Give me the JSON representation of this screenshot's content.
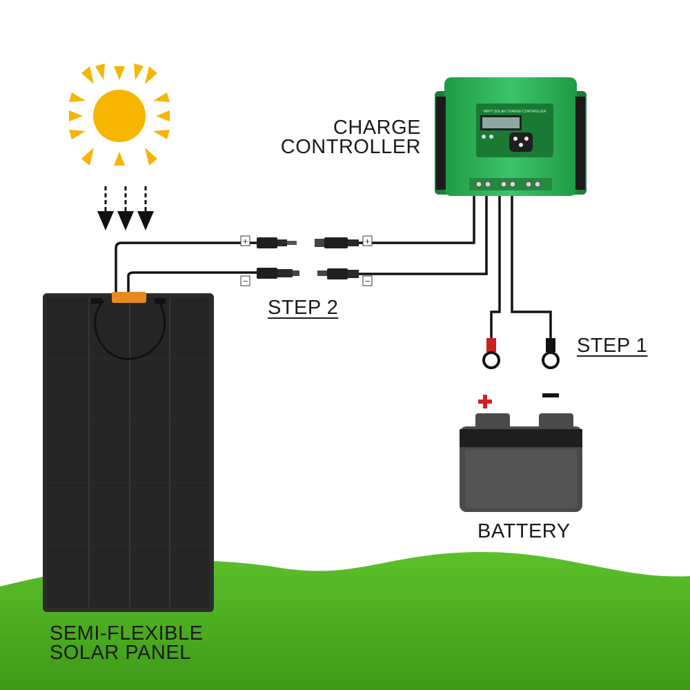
{
  "labels": {
    "charge_controller": [
      "CHARGE",
      "CONTROLLER"
    ],
    "step_2": "STEP 2",
    "step_1": "STEP 1",
    "battery": "BATTERY",
    "solar_panel": [
      "SEMI-FLEXIBLE",
      "SOLAR PANEL"
    ]
  },
  "controller_screen_text": "MPPT SOLAR CHARGE CONTROLLER",
  "connector_signs": {
    "positive": "+",
    "negative": "−"
  },
  "battery_signs": {
    "positive": "+",
    "negative": "−"
  },
  "colors": {
    "sun": "#f7b500",
    "controller": "#2fb35a",
    "positive": "#d42020",
    "panel": "#2b2b2b",
    "ground": "#4caf1f",
    "battery": "#4a4a4a"
  }
}
